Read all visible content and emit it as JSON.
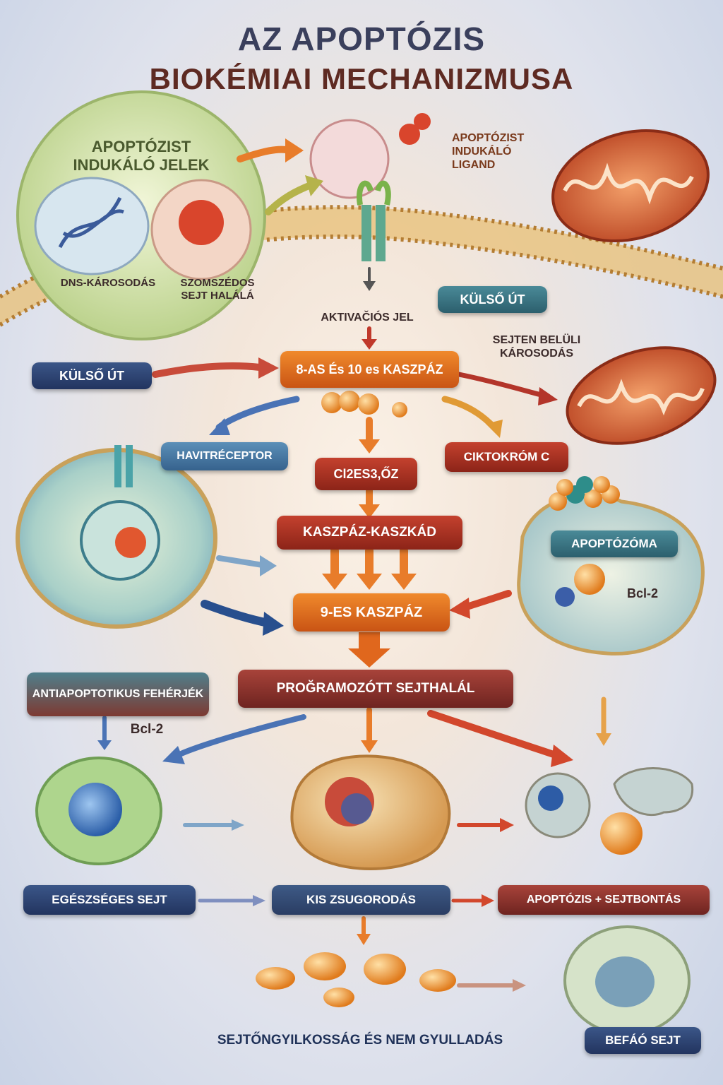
{
  "title": {
    "line1": "AZ APOPTÓZIS",
    "line2": "BIOKÉMIAI MECHANIZMUSA"
  },
  "signals": {
    "heading": "APOPTÓZIST INDUKÁLÓ JELEK",
    "dna_damage": "DNS-KÁROSODÁS",
    "neighbor_death": "SZOMSZÉDOS SEJT HALÁLÁ"
  },
  "ligand_label": "APOPTÓZIST INDUKÁLÓ LIGAND",
  "activation_signal": "AKTIVAČIÓS JEL",
  "external_path_right": "KÜLSŐ ÚT",
  "external_path_left": "KÜLSŐ ÚT",
  "intracellular_damage": "SEJTEN BELÜLI KÁROSODÁS",
  "caspase_8_10": "8-AS És 10 es KASZPÁZ",
  "death_receptor": "HAVITRÉCEPTOR",
  "cytochrome_c": "CIKTOKRÓM C",
  "ci2es": "Cl2ES3,ŐZ",
  "cascade": "KASZPÁZ-KASZKÁD",
  "apoptosome": "APOPTÓZÓMA",
  "bcl2_right": "Bcl-2",
  "caspase_9": "9-ES KASZPÁZ",
  "antiapoptotic": "ANTIAPOPTOTIKUS FEHÉRJÉK",
  "programmed_death": "PROĞRAMOZÓTT SEJTHALÁL",
  "bcl2_left": "Bcl-2",
  "stages": {
    "healthy": "EGÉSZSÉGES SEJT",
    "shrink": "KIS ZSUGORODÁS",
    "apoptosis": "APOPTÓZIS + SEJTBONTÁS"
  },
  "footer": "SEJTŐNGYILKOSSÁG ÉS NEM GYULLADÁS",
  "dead_cell": "BEFÁÓ SEJT",
  "colors": {
    "navy": "#22345f",
    "red": "#8c2418",
    "orange": "#c95414",
    "teal": "#2c5f6d"
  }
}
